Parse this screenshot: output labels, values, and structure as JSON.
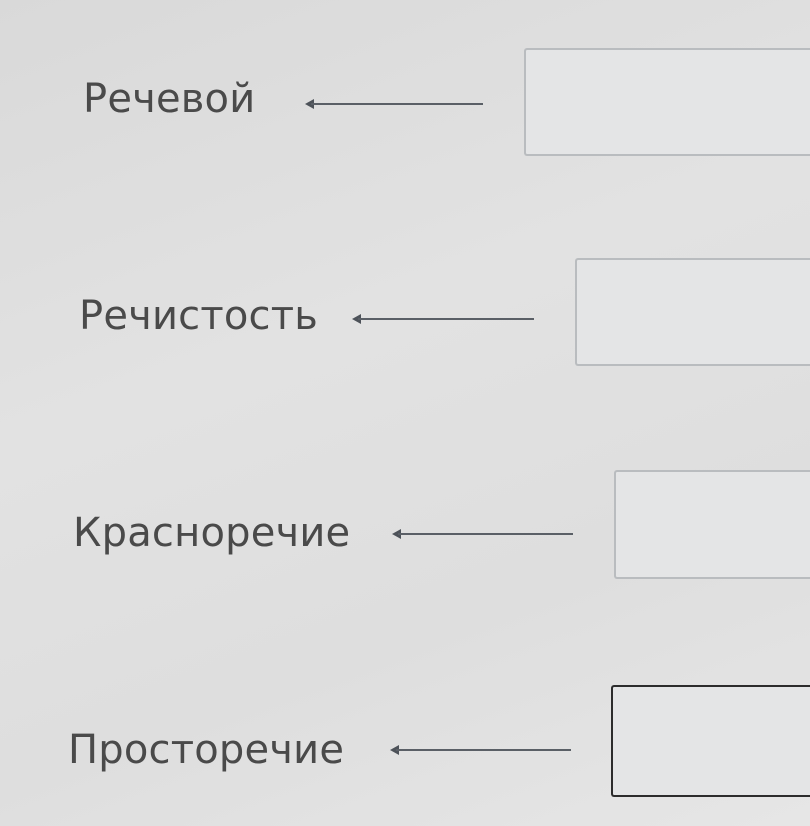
{
  "items": [
    {
      "word": "Речевой",
      "answer": ""
    },
    {
      "word": "Речистость",
      "answer": ""
    },
    {
      "word": "Красноречие",
      "answer": ""
    },
    {
      "word": "Просторечие",
      "answer": ""
    }
  ]
}
